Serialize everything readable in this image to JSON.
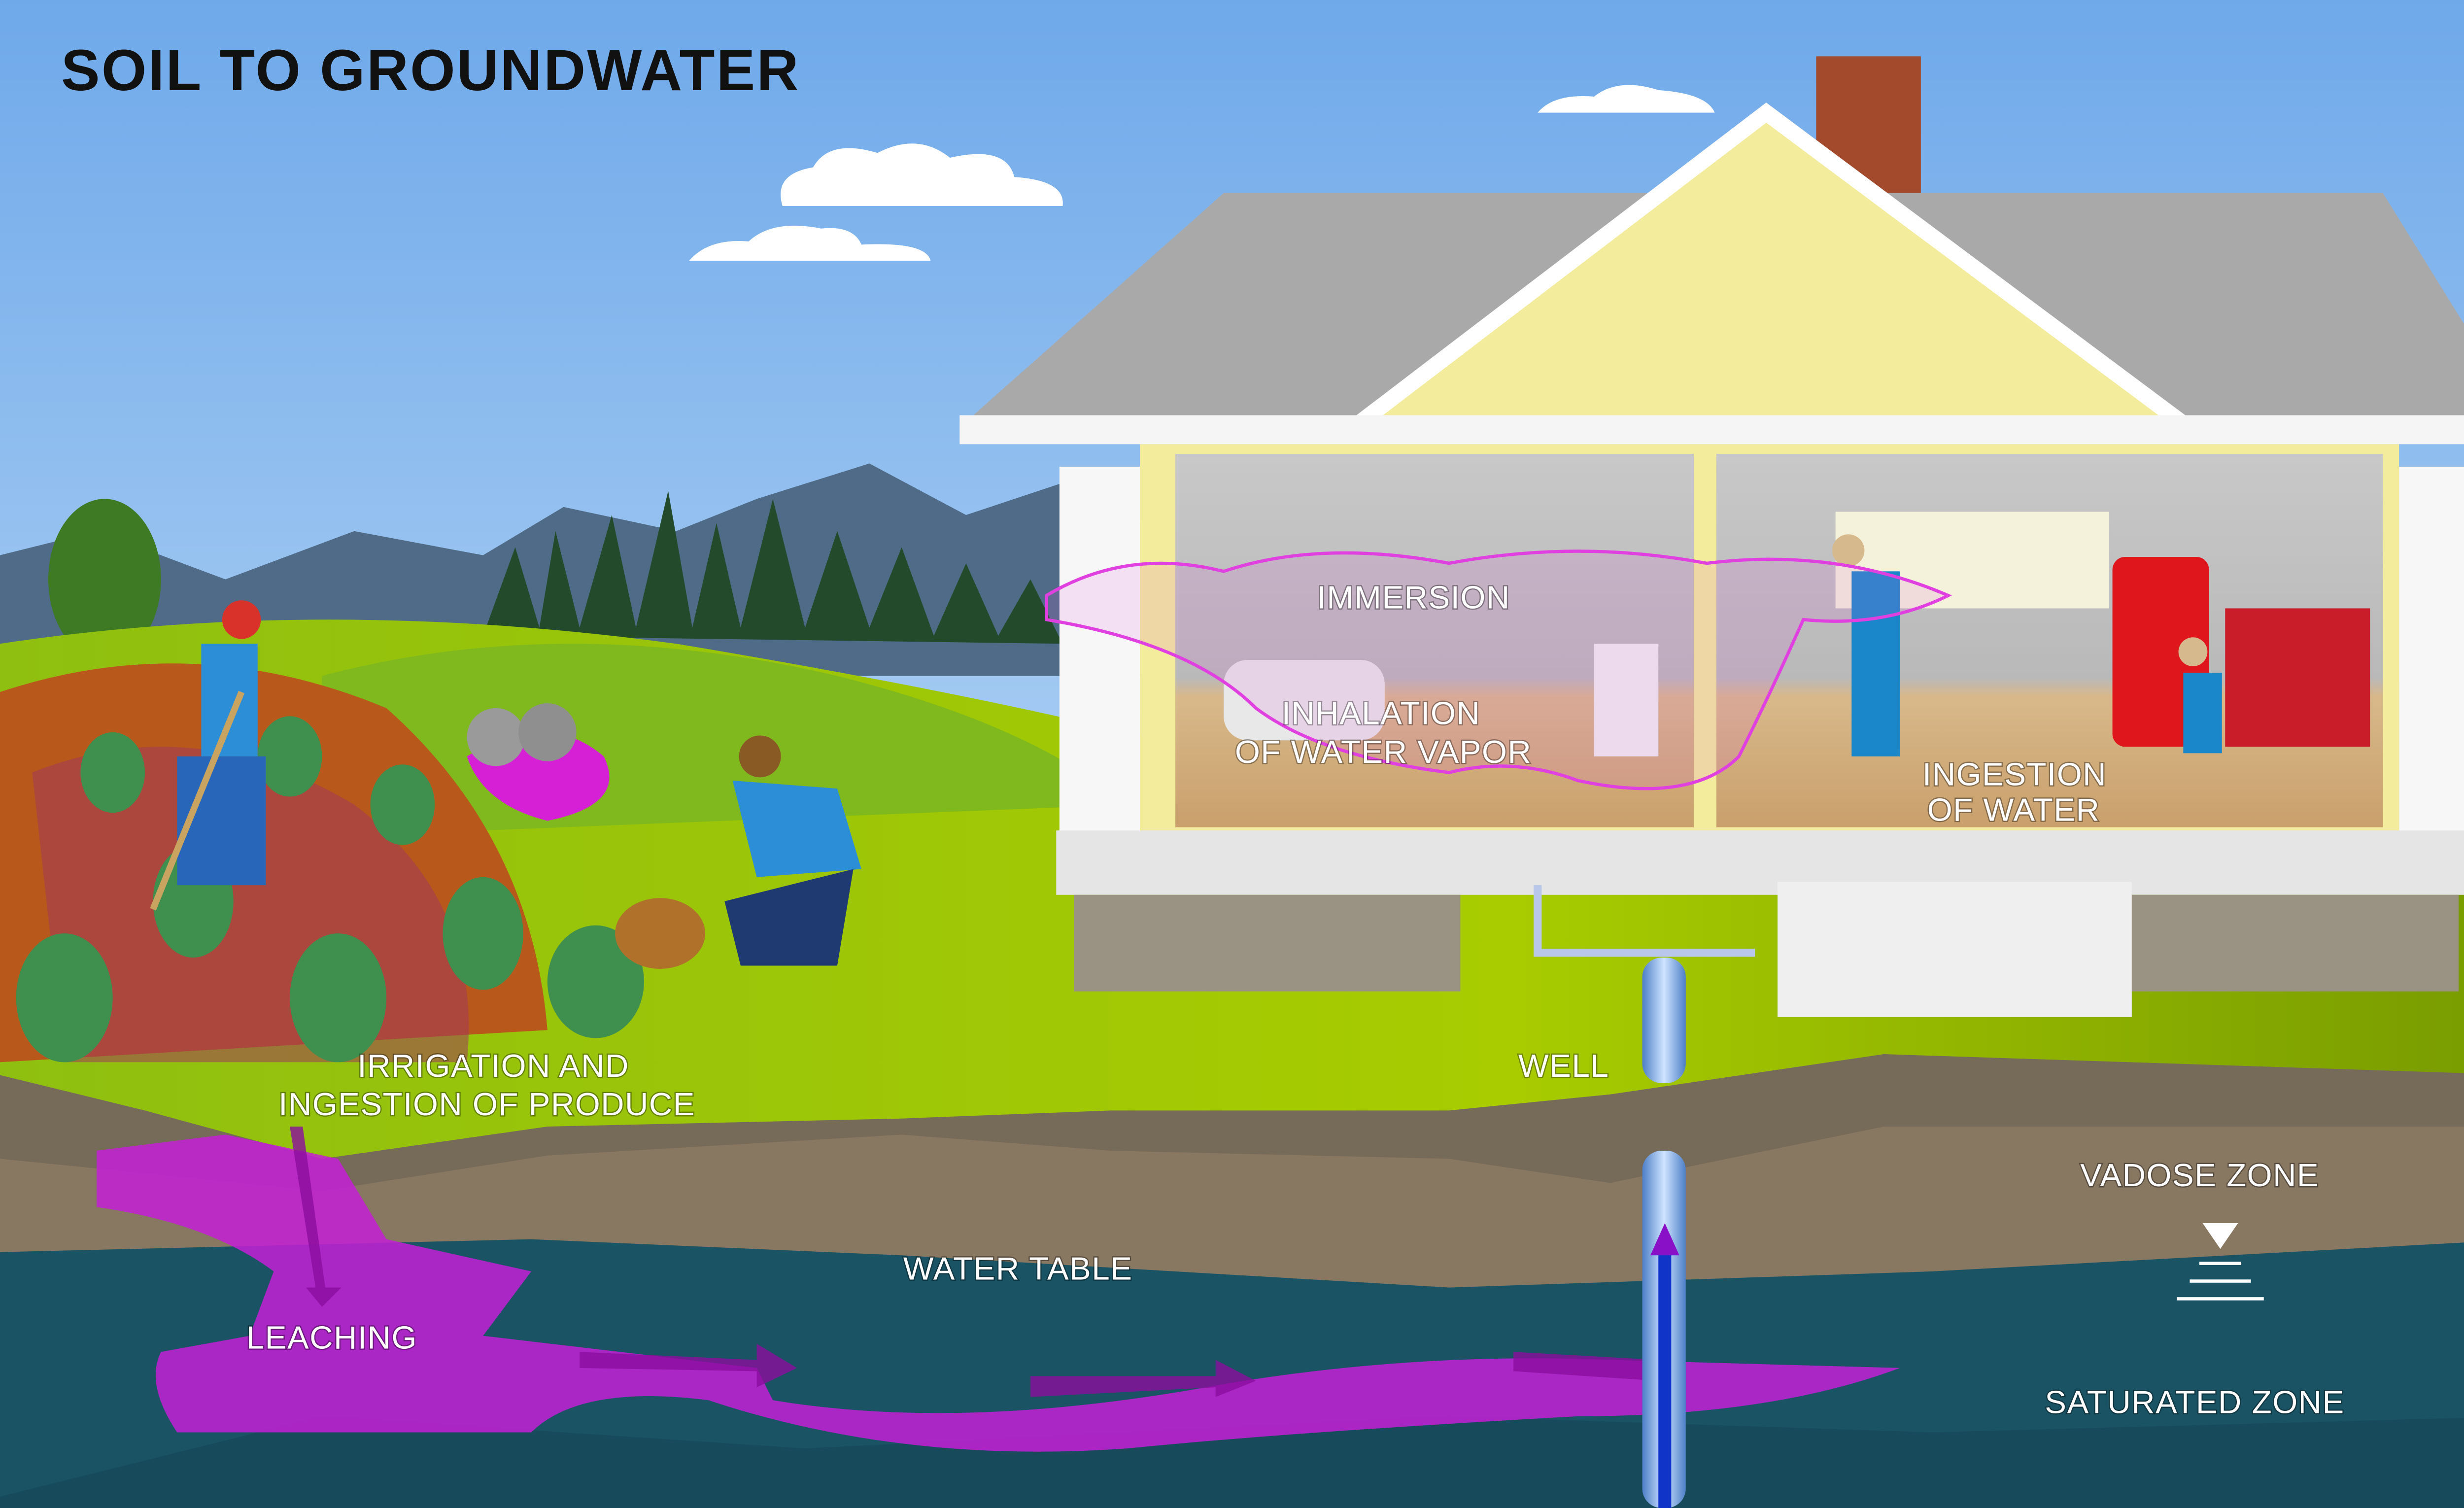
{
  "title": "SOIL TO GROUNDWATER",
  "labels": {
    "immersion": "IMMERSION",
    "inhalation_1": "INHALATION",
    "inhalation_2": "OF WATER VAPOR",
    "ingestion_water_1": "INGESTION",
    "ingestion_water_2": "OF WATER",
    "irrigation_1": "IRRIGATION AND",
    "irrigation_2": "INGESTION OF PRODUCE",
    "well": "WELL",
    "vadose_zone": "VADOSE ZONE",
    "water_table": "WATER TABLE",
    "leaching": "LEACHING",
    "saturated_zone": "SATURATED ZONE"
  },
  "colors": {
    "sky": "#7fb6ee",
    "grass": "#9ec400",
    "vadose": "#766a58",
    "saturated": "#1a5364",
    "contaminant": "#c41fd6",
    "roof": "#a9a9a9",
    "house_siding": "#f3ec9c"
  }
}
